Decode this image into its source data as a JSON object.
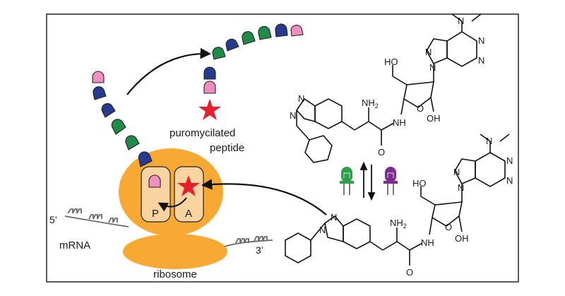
{
  "labels": {
    "puromycilated_line1": "puromycilated",
    "puromycilated_line2": "peptide",
    "site_p": "P",
    "site_a": "A",
    "mrna": "mRNA",
    "five_prime": "5’",
    "three_prime": "3’",
    "ribosome": "ribosome"
  },
  "chem_atoms": {
    "n_me2_top": "N",
    "n_me2_bottom": "N",
    "n": "N",
    "ho": "HO",
    "oh": "OH",
    "o": "O",
    "nh2": "NH",
    "nh2_sub": "2",
    "nh": "NH"
  },
  "colors": {
    "ribosome": "#F7A933",
    "site_box": "#F9D3A0",
    "bead_pink": "#EE8FC0",
    "bead_navy": "#253B8E",
    "bead_green": "#1F8A4A",
    "star": "#E3202B",
    "led_green": "#2E9E49",
    "led_purple": "#7B2C8E"
  }
}
